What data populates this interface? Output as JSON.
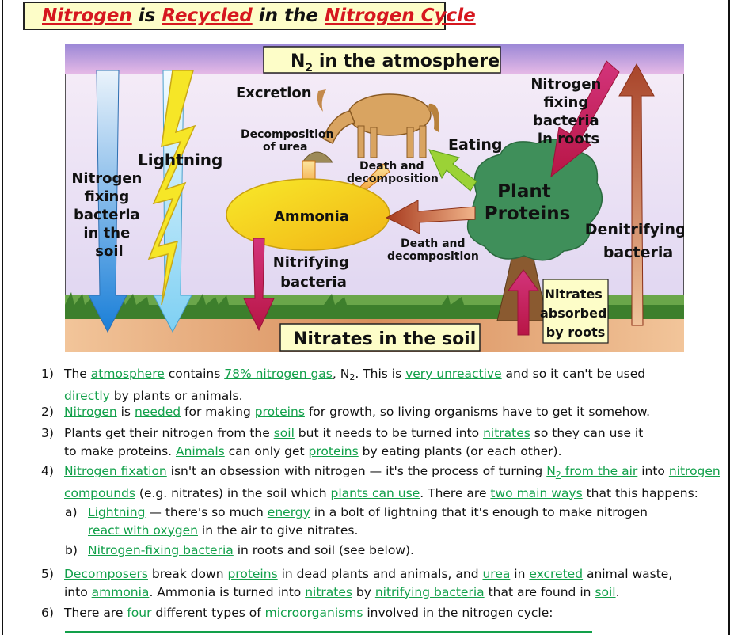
{
  "title": {
    "part1": "Nitrogen",
    "part2": "is",
    "part3": "Recycled",
    "part4": "in the",
    "part5": "Nitrogen Cycle"
  },
  "diagram": {
    "atmosphere_label": "N",
    "atmosphere_sub": "2",
    "atmosphere_rest": " in the atmosphere",
    "soil_label": "Nitrates in the soil",
    "excretion": "Excretion",
    "decomposition_urea_1": "Decomposition",
    "decomposition_urea_2": "of urea",
    "lightning": "Lightning",
    "nfb_soil": [
      "Nitrogen",
      "fixing",
      "bacteria",
      "in the",
      "soil"
    ],
    "death_decomp_top_1": "Death and",
    "death_decomp_top_2": "decomposition",
    "eating": "Eating",
    "nfb_roots": [
      "Nitrogen",
      "fixing",
      "bacteria",
      "in roots"
    ],
    "ammonia": "Ammonia",
    "plant_proteins_1": "Plant",
    "plant_proteins_2": "Proteins",
    "nitrifying_1": "Nitrifying",
    "nitrifying_2": "bacteria",
    "death_decomp_bottom_1": "Death and",
    "death_decomp_bottom_2": "decomposition",
    "denitrifying_1": "Denitrifying",
    "denitrifying_2": "bacteria",
    "nitrates_absorbed": [
      "Nitrates",
      "absorbed",
      "by roots"
    ]
  },
  "list": {
    "i1": {
      "num": "1)",
      "l1_a": "The ",
      "l1_b": "atmosphere",
      "l1_c": " contains ",
      "l1_d": "78% nitrogen gas",
      "l1_e": ", N",
      "l1_sub": "2",
      "l1_f": ".  This is ",
      "l1_g": "very unreactive",
      "l1_h": " and so it can't be used",
      "l2_a": "directly",
      "l2_b": " by plants or animals."
    },
    "i2": {
      "num": "2)",
      "a": "Nitrogen",
      "b": " is ",
      "c": "needed",
      "d": " for making ",
      "e": "proteins",
      "f": " for growth, so living organisms have to get it somehow."
    },
    "i3": {
      "num": "3)",
      "l1_a": "Plants get their nitrogen from the ",
      "l1_b": "soil",
      "l1_c": " but it needs to be turned into ",
      "l1_d": "nitrates",
      "l1_e": " so they can use it",
      "l2_a": "to make proteins.  ",
      "l2_b": "Animals",
      "l2_c": " can only get ",
      "l2_d": "proteins",
      "l2_e": " by eating plants (or each other)."
    },
    "i4": {
      "num": "4)",
      "l1_a": "Nitrogen fixation",
      "l1_b": " isn't an obsession with nitrogen — it's the process of turning ",
      "l1_c": "N",
      "l1_sub": "2",
      "l1_d": " from the air",
      "l1_e": " into ",
      "l1_f": "nitrogen",
      "l2_a": "compounds",
      "l2_b": " (e.g. nitrates) in the soil which ",
      "l2_c": "plants can use",
      "l2_d": ".  There are ",
      "l2_e": "two main ways",
      "l2_f": " that this happens:"
    },
    "i4a": {
      "num": "a)",
      "l1_a": "Lightning",
      "l1_b": " — there's so much ",
      "l1_c": "energy",
      "l1_d": " in a bolt of lightning that it's enough to make nitrogen",
      "l2_a": "react with oxygen",
      "l2_b": " in the air to give nitrates."
    },
    "i4b": {
      "num": "b)",
      "a": "Nitrogen-fixing bacteria",
      "b": " in roots and soil (see below)."
    },
    "i5": {
      "num": "5)",
      "l1_a": "Decomposers",
      "l1_b": " break down ",
      "l1_c": "proteins",
      "l1_d": " in dead plants and animals, and ",
      "l1_e": "urea",
      "l1_f": " in ",
      "l1_g": "excreted",
      "l1_h": " animal waste,",
      "l2_a": "into ",
      "l2_b": "ammonia",
      "l2_c": ".  Ammonia is turned into ",
      "l2_d": "nitrates",
      "l2_e": " by ",
      "l2_f": "nitrifying bacteria",
      "l2_g": " that are found in ",
      "l2_h": "soil",
      "l2_i": "."
    },
    "i6": {
      "num": "6)",
      "a": "There are ",
      "b": "four",
      "c": " different types of ",
      "d": "microorganisms",
      "e": " involved in the nitrogen cycle:"
    }
  },
  "colors": {
    "title_red": "#d6171f",
    "title_bg": "#fdfdc8",
    "highlight_green": "#12a04a",
    "ammonia_yellow": "#f5dc10",
    "tree_green": "#3f8f5a"
  }
}
